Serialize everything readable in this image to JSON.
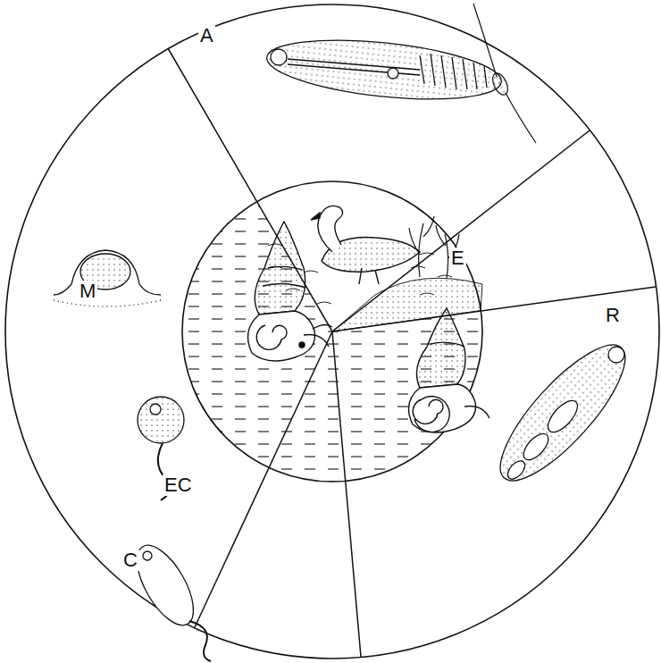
{
  "diagram": {
    "labels": [
      "A",
      "E",
      "R",
      "C",
      "EC",
      "M"
    ]
  }
}
